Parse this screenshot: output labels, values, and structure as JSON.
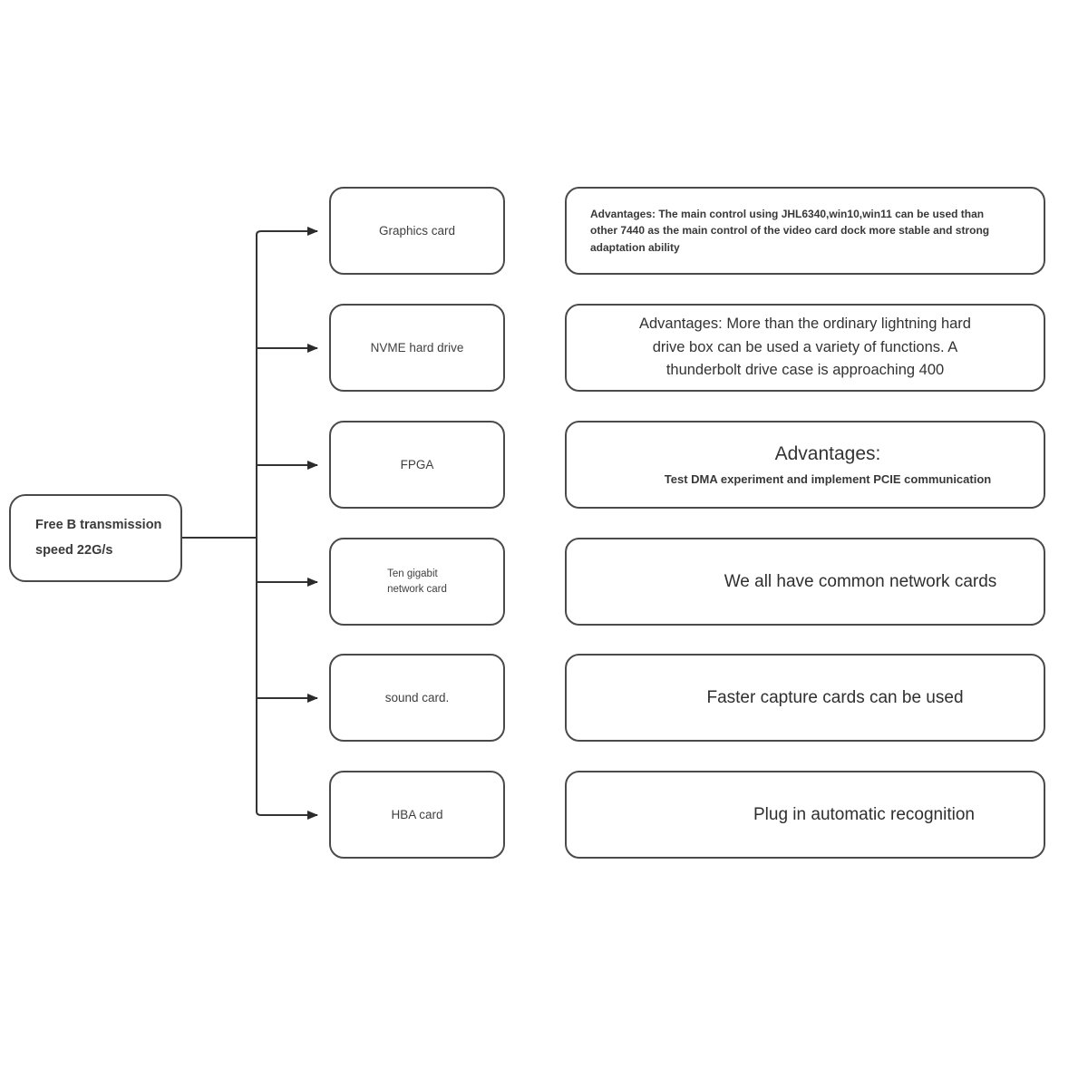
{
  "theme": {
    "border_color": "#4a4a4a",
    "text_color": "#3a3a3a",
    "line_color": "#333333",
    "background": "#ffffff"
  },
  "diagram": {
    "type": "flowchart",
    "root": {
      "label": "Free B transmission\nspeed 22G/s"
    },
    "branches": [
      {
        "id": "graphics-card",
        "label": "Graphics card",
        "description": "Advantages: The main control using JHL6340,win10,win11 can be used than\nother 7440 as the main control of the video card dock more stable and strong\nadaptation ability"
      },
      {
        "id": "nvme-hard-drive",
        "label": "NVME hard drive",
        "description": "Advantages: More than the ordinary lightning hard\ndrive box can be used a variety of functions. A\nthunderbolt drive case is approaching 400"
      },
      {
        "id": "fpga",
        "label": "FPGA",
        "description_title": "Advantages:",
        "description": "Test DMA experiment and implement PCIE communication"
      },
      {
        "id": "ten-gigabit-network-card",
        "label": "Ten gigabit\nnetwork card",
        "description": "We all have common network cards"
      },
      {
        "id": "sound-card",
        "label": "sound card.",
        "description": "Faster capture cards can be used"
      },
      {
        "id": "hba-card",
        "label": "HBA card",
        "description": "Plug in automatic recognition"
      }
    ]
  }
}
